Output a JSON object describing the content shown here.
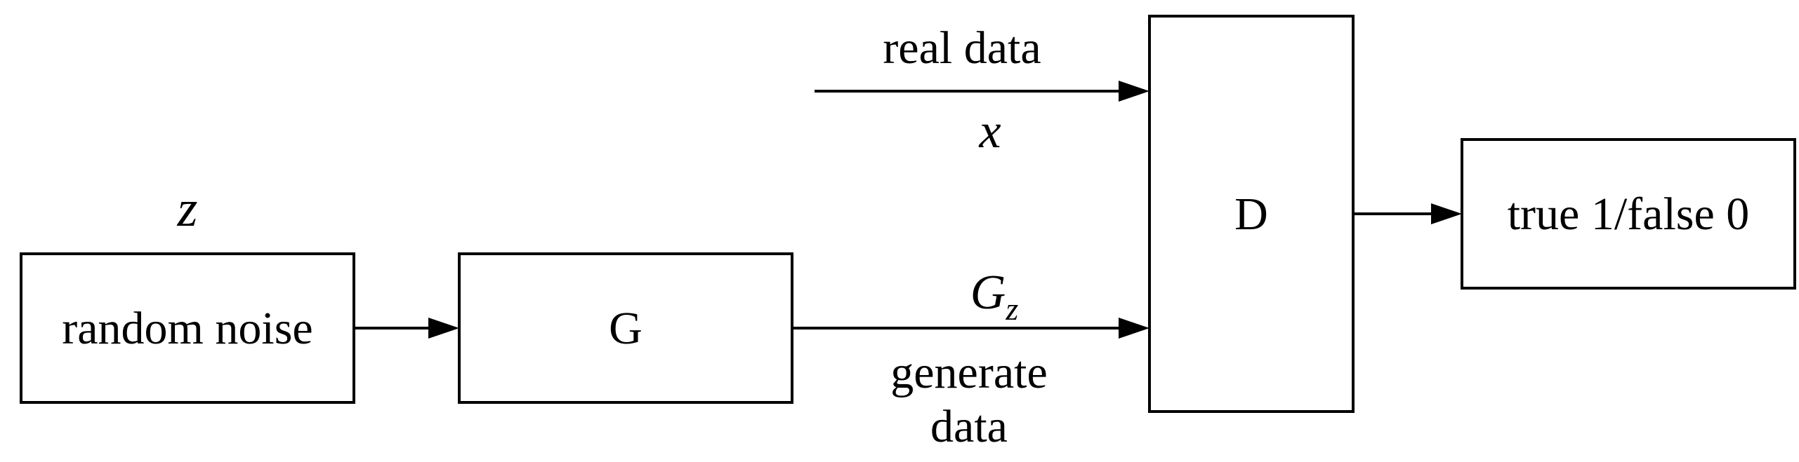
{
  "diagram": {
    "noise_var": "z",
    "noise_box_label": "random noise",
    "generator_label": "G",
    "discriminator_label": "D",
    "output_label": "true 1/false 0",
    "real_data_label": "real data",
    "real_data_var": "x",
    "generated_var_main": "G",
    "generated_var_sub": "z",
    "generated_data_line1": "generate",
    "generated_data_line2": "data"
  }
}
